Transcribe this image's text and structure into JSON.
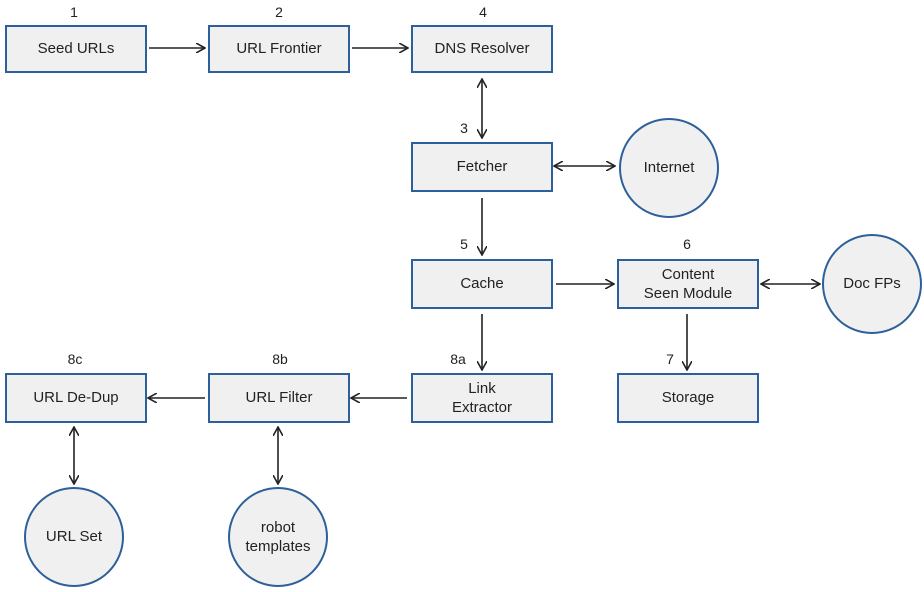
{
  "nodes": {
    "seed_urls": {
      "label": "Seed URLs",
      "num": "1"
    },
    "url_frontier": {
      "label": "URL Frontier",
      "num": "2"
    },
    "dns_resolver": {
      "label": "DNS Resolver",
      "num": "4"
    },
    "fetcher": {
      "label": "Fetcher",
      "num": "3"
    },
    "internet": {
      "label": "Internet"
    },
    "cache": {
      "label": "Cache",
      "num": "5"
    },
    "content_seen": {
      "label": "Content\nSeen Module",
      "num": "6"
    },
    "doc_fps": {
      "label": "Doc FPs"
    },
    "storage": {
      "label": "Storage",
      "num": "7"
    },
    "link_extractor": {
      "label": "Link\nExtractor",
      "num": "8a"
    },
    "url_filter": {
      "label": "URL Filter",
      "num": "8b"
    },
    "url_dedup": {
      "label": "URL De-Dup",
      "num": "8c"
    },
    "url_set": {
      "label": "URL Set"
    },
    "robot_templates": {
      "label": "robot\ntemplates"
    }
  },
  "edges": [
    {
      "from": "seed_urls",
      "to": "url_frontier",
      "direction": "one-way"
    },
    {
      "from": "url_frontier",
      "to": "dns_resolver",
      "direction": "one-way"
    },
    {
      "from": "dns_resolver",
      "to": "fetcher",
      "direction": "two-way"
    },
    {
      "from": "fetcher",
      "to": "internet",
      "direction": "two-way"
    },
    {
      "from": "fetcher",
      "to": "cache",
      "direction": "one-way"
    },
    {
      "from": "cache",
      "to": "content_seen",
      "direction": "one-way"
    },
    {
      "from": "content_seen",
      "to": "doc_fps",
      "direction": "two-way"
    },
    {
      "from": "content_seen",
      "to": "storage",
      "direction": "one-way"
    },
    {
      "from": "cache",
      "to": "link_extractor",
      "direction": "one-way"
    },
    {
      "from": "link_extractor",
      "to": "url_filter",
      "direction": "one-way"
    },
    {
      "from": "url_filter",
      "to": "url_dedup",
      "direction": "one-way"
    },
    {
      "from": "url_filter",
      "to": "robot_templates",
      "direction": "two-way"
    },
    {
      "from": "url_dedup",
      "to": "url_set",
      "direction": "two-way"
    }
  ],
  "colors": {
    "border": "#2d5f9a",
    "fill": "#f0f0f0",
    "arrow": "#222222"
  }
}
